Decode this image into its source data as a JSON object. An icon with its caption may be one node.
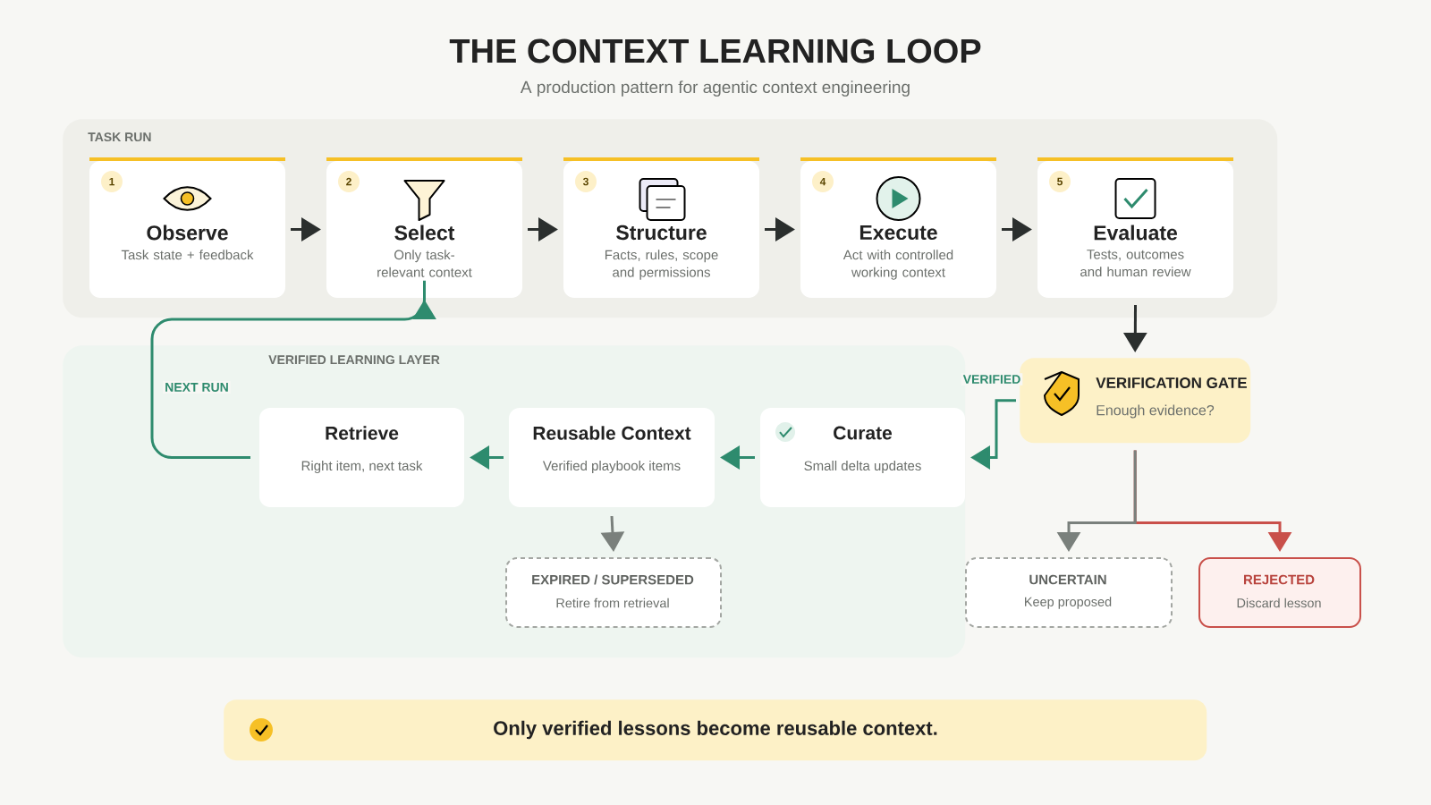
{
  "diagram": {
    "title": "THE CONTEXT LEARNING LOOP",
    "nodes": [
      {
        "text": [
          "TASK RUN"
        ]
      },
      {
        "text": [
          "1",
          "Observe",
          "Task state + feedback"
        ],
        "in": 0
      },
      {
        "text": [
          "2",
          "Select",
          "Only task-relevant context"
        ],
        "in": 0
      },
      {
        "text": [
          "3",
          "Structure",
          "Facts, rules, scope and permissions"
        ],
        "in": 0
      },
      {
        "text": [
          "4",
          "Execute",
          "Act with controlled working context"
        ],
        "in": 0
      },
      {
        "text": [
          "5",
          "Evaluate",
          "Tests, outcomes and human review"
        ],
        "in": 0
      },
      {
        "text": [
          "VERIFIED LEARNING LAYER"
        ]
      },
      {
        "text": [
          "VERIFICATION GATE",
          "Enough evidence?"
        ]
      },
      {
        "text": [
          "Curate",
          "Small delta updates"
        ],
        "in": 6
      },
      {
        "text": [
          "Reusable Context",
          "Verified playbook items"
        ],
        "in": 6
      },
      {
        "text": [
          "Retrieve",
          "Right item, next task"
        ],
        "in": 6
      },
      {
        "text": [
          "EXPIRED / SUPERSEDED",
          "Retire from retrieval"
        ],
        "in": 6
      },
      {
        "text": [
          "UNCERTAIN",
          "Keep proposed"
        ]
      },
      {
        "text": [
          "REJECTED",
          "Discard lesson"
        ]
      },
      {
        "text": [
          "Only verified lessons become reusable context."
        ]
      }
    ],
    "edges": [
      {
        "from": 1,
        "to": 2,
        "arrow": "to"
      },
      {
        "from": 2,
        "to": 3,
        "arrow": "to"
      },
      {
        "from": 3,
        "to": 4,
        "arrow": "to"
      },
      {
        "from": 4,
        "to": 5,
        "arrow": "to"
      },
      {
        "from": 5,
        "to": 7,
        "arrow": "to"
      },
      {
        "from": 7,
        "to": 8,
        "arrow": "to",
        "label": "VERIFIED",
        "color": "#2e8b6e"
      },
      {
        "from": 8,
        "to": 9,
        "arrow": "to",
        "color": "#2e8b6e"
      },
      {
        "from": 9,
        "to": 10,
        "arrow": "to",
        "color": "#2e8b6e"
      },
      {
        "from": 10,
        "to": 2,
        "arrow": "to",
        "label": "NEXT RUN",
        "color": "#2e8b6e"
      },
      {
        "from": 9,
        "to": 11,
        "arrow": "to",
        "color": "#7a807c"
      },
      {
        "from": 7,
        "to": 13,
        "arrow": "to",
        "color": "#c9504a"
      },
      {
        "from": 7,
        "to": 12,
        "arrow": "to",
        "color": "#7a807c"
      }
    ],
    "labels": [
      "A production pattern for agentic context engineering"
    ]
  }
}
